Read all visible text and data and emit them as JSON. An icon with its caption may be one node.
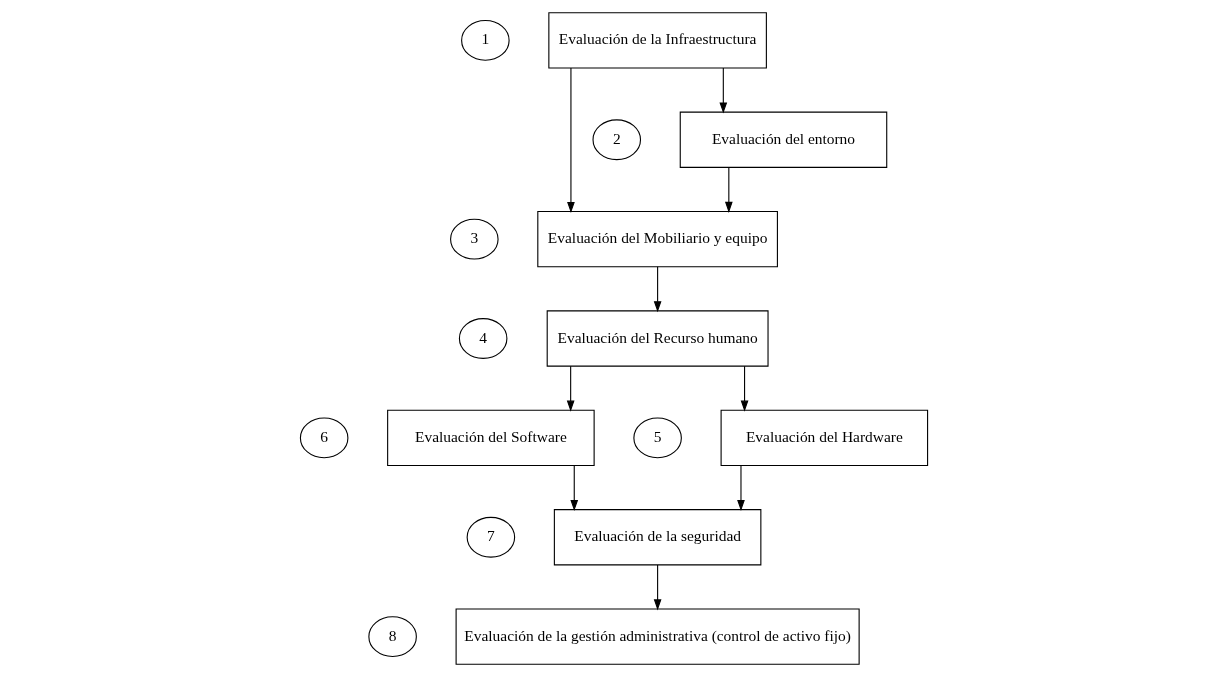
{
  "diagram": {
    "nodes": [
      {
        "text": [
          "1"
        ]
      },
      {
        "text": [
          "Evaluación de la Infraestructura"
        ]
      },
      {
        "text": [
          "2"
        ]
      },
      {
        "text": [
          "Evaluación del entorno"
        ]
      },
      {
        "text": [
          "3"
        ]
      },
      {
        "text": [
          "Evaluación del Mobiliario y equipo"
        ]
      },
      {
        "text": [
          "4"
        ]
      },
      {
        "text": [
          "Evaluación del Recurso humano"
        ]
      },
      {
        "text": [
          "5"
        ]
      },
      {
        "text": [
          "Evaluación del Hardware"
        ]
      },
      {
        "text": [
          "6"
        ]
      },
      {
        "text": [
          "Evaluación del Software"
        ]
      },
      {
        "text": [
          "7"
        ]
      },
      {
        "text": [
          "Evaluación de la seguridad"
        ]
      },
      {
        "text": [
          "8"
        ]
      },
      {
        "text": [
          "Evaluación de la gestión administrativa (control de activo fijo)"
        ]
      }
    ],
    "edges": [
      {
        "from": 1,
        "to": 3,
        "arrow": "to"
      },
      {
        "from": 1,
        "to": 5,
        "arrow": "to"
      },
      {
        "from": 3,
        "to": 5,
        "arrow": "to"
      },
      {
        "from": 5,
        "to": 7,
        "arrow": "to"
      },
      {
        "from": 7,
        "to": 9,
        "arrow": "to"
      },
      {
        "from": 7,
        "to": 11,
        "arrow": "to"
      },
      {
        "from": 9,
        "to": 13,
        "arrow": "to"
      },
      {
        "from": 11,
        "to": 13,
        "arrow": "to"
      },
      {
        "from": 13,
        "to": 15,
        "arrow": "to"
      }
    ]
  }
}
